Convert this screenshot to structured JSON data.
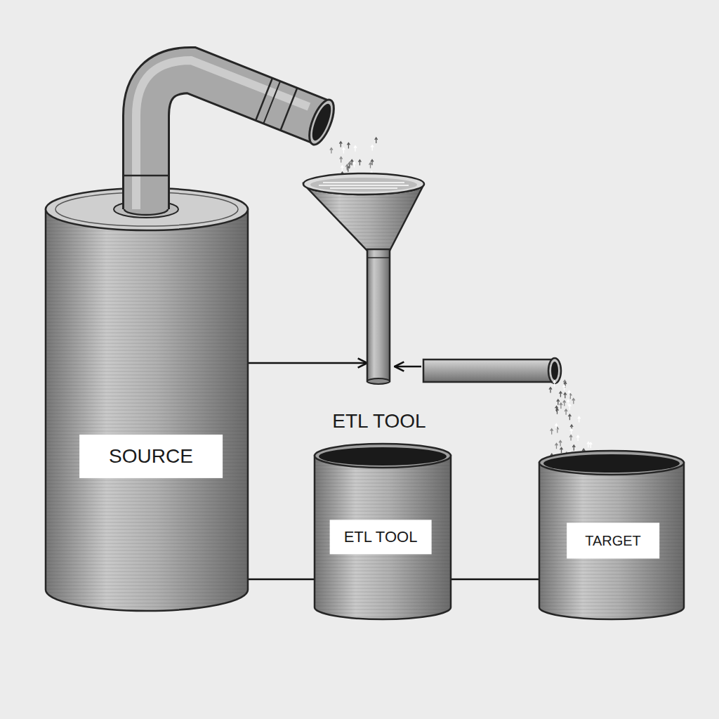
{
  "diagram": {
    "nodes": [
      {
        "text": [
          "SOURCE"
        ]
      },
      {
        "text": [
          "ETL TOOL"
        ]
      },
      {
        "text": [
          "ETL TOOL"
        ]
      },
      {
        "text": [
          "TARGET"
        ]
      }
    ],
    "edges": [
      {
        "from": 0,
        "to": 1,
        "arrow": "to"
      },
      {
        "from": 0,
        "to": 2,
        "arrow": "none"
      },
      {
        "from": 2,
        "to": 3,
        "arrow": "none"
      }
    ]
  }
}
